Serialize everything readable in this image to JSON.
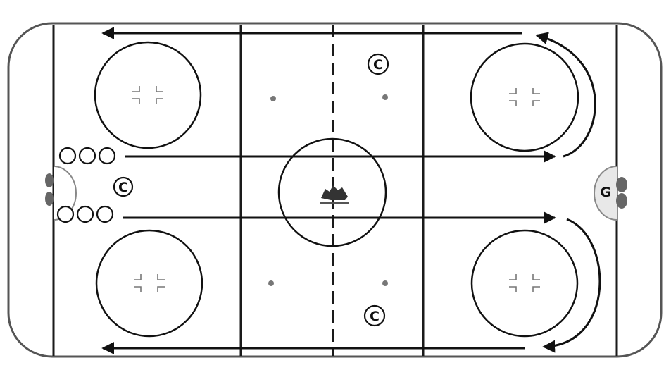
{
  "diagram": {
    "coach_labels": [
      "C",
      "C",
      "C"
    ],
    "goalie_label": "G",
    "colors": {
      "boards": "#555555",
      "lines": "#1a1a1a",
      "arrows": "#111111",
      "dots": "#777777",
      "goalie_pads": "#666666"
    },
    "icons": [
      "hockey-canada-logo-icon",
      "faceoff-hash-marks-icon",
      "player-circle-icon",
      "arrow-icon"
    ]
  }
}
